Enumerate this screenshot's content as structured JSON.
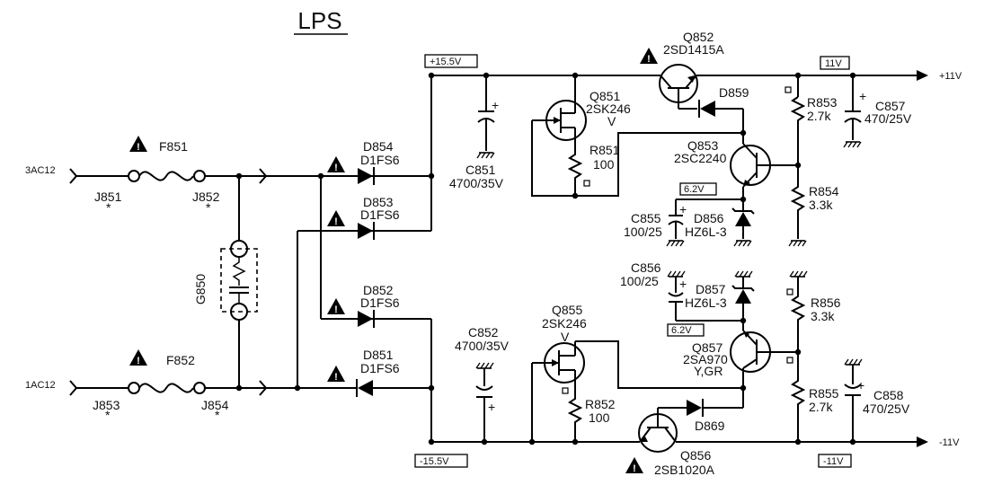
{
  "title": "LPS",
  "inputs": {
    "ac_top": "3AC12",
    "ac_bottom": "1AC12",
    "j851": "J851",
    "j852": "J852",
    "j853": "J853",
    "j854": "J854",
    "asterisk": "*"
  },
  "fuses": {
    "f851": "F851",
    "f852": "F852"
  },
  "gap": {
    "g850": "G850"
  },
  "diodes": {
    "d854": "D854",
    "d854_type": "D1FS6",
    "d853": "D853",
    "d853_type": "D1FS6",
    "d852": "D852",
    "d852_type": "D1FS6",
    "d851": "D851",
    "d851_type": "D1FS6",
    "d859": "D859",
    "d869": "D869",
    "d856": "D856",
    "d856_type": "HZ6L-3",
    "d857": "D857",
    "d857_type": "HZ6L-3"
  },
  "capacitors": {
    "c851": "C851",
    "c851_val": "4700/35V",
    "c852": "C852",
    "c852_val": "4700/35V",
    "c855": "C855",
    "c855_val": "100/25",
    "c856": "C856",
    "c856_val": "100/25",
    "c857": "C857",
    "c857_val": "470/25V",
    "c858": "C858",
    "c858_val": "470/25V",
    "plus": "+"
  },
  "transistors": {
    "q851": "Q851",
    "q851_type": "2SK246",
    "q851_rank": "V",
    "q852": "Q852",
    "q852_type": "2SD1415A",
    "q853": "Q853",
    "q853_type": "2SC2240",
    "q855": "Q855",
    "q855_type": "2SK246",
    "q855_rank": "V",
    "q856": "Q856",
    "q856_type": "2SB1020A",
    "q857": "Q857",
    "q857_type": "2SA970",
    "q857_rank": "Y,GR"
  },
  "resistors": {
    "r851": "R851",
    "r851_val": "100",
    "r852": "R852",
    "r852_val": "100",
    "r853": "R853",
    "r853_val": "2.7k",
    "r854": "R854",
    "r854_val": "3.3k",
    "r855": "R855",
    "r855_val": "2.7k",
    "r856": "R856",
    "r856_val": "3.3k"
  },
  "voltages": {
    "plus155": "+15.5V",
    "minus155": "-15.5V",
    "plus11_box": "11V",
    "minus11_box": "-11V",
    "v62_top": "6.2V",
    "v62_bottom": "6.2V",
    "out_plus": "+11V",
    "out_minus": "-11V"
  }
}
